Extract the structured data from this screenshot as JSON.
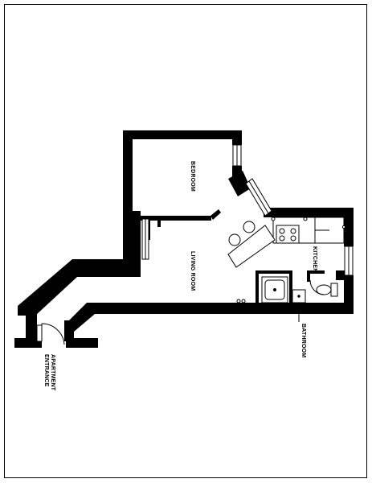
{
  "colors": {
    "wall": "#000000",
    "paper": "#ffffff",
    "glass": "#ffffff",
    "fixture": "#000000"
  },
  "rooms": {
    "bedroom": "BEDROOM",
    "living": "LIVING ROOM",
    "kitchen": "KITCHEN",
    "bathroom": "BATHROOM",
    "entrance_line1": "APARTMENT",
    "entrance_line2": "ENTRANCE"
  }
}
